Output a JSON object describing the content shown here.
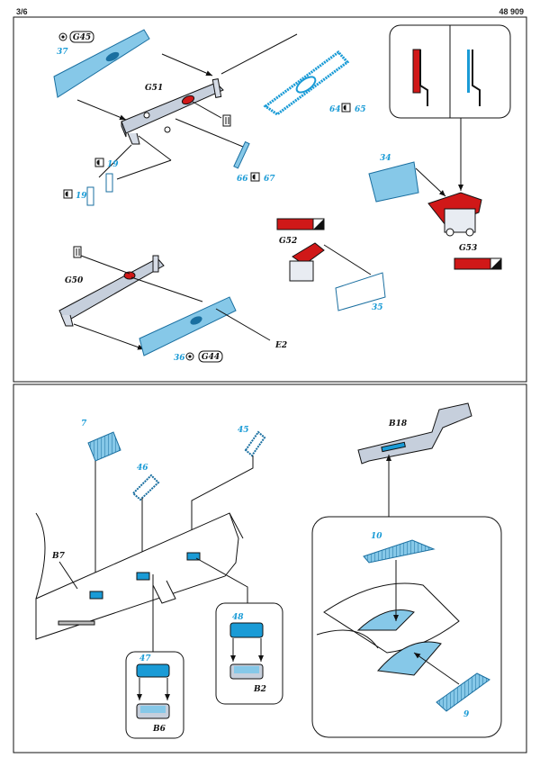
{
  "header": {
    "page": "3/6",
    "code": "48 909"
  },
  "colors": {
    "pe": "#86c8e8",
    "pe_dark": "#1a9bd6",
    "red": "#d01818",
    "line": "#111111"
  },
  "top": {
    "g45": "G45",
    "p37": "37",
    "g51": "G51",
    "p64": "64",
    "p65": "65",
    "p66": "66",
    "p67": "67",
    "p19a": "19",
    "p19b": "19",
    "p34": "34",
    "g53": "G53",
    "g52": "G52",
    "p35": "35",
    "g50": "G50",
    "p36": "36",
    "g44": "G44",
    "e2": "E2"
  },
  "bottom": {
    "p7": "7",
    "p45": "45",
    "p46": "46",
    "b7": "B7",
    "b18": "B18",
    "p10": "10",
    "p9": "9",
    "p48": "48",
    "b2": "B2",
    "p47": "47",
    "b6": "B6"
  }
}
